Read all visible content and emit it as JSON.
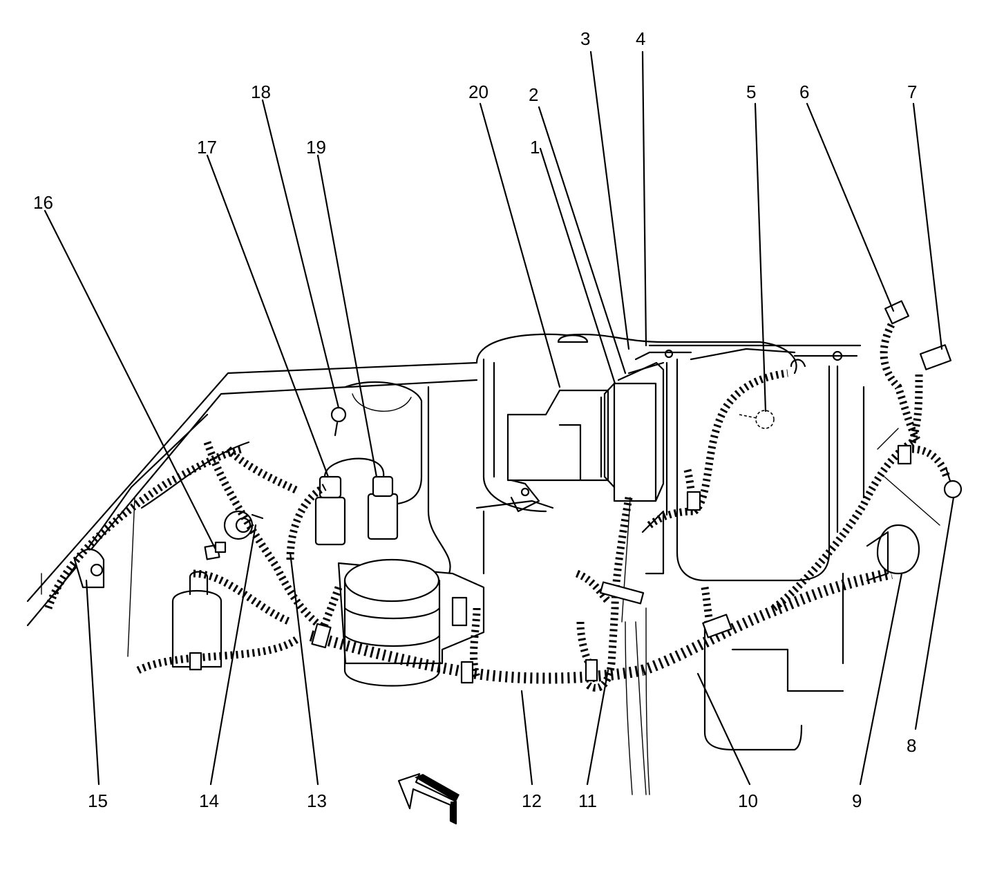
{
  "callouts": [
    {
      "id": "1",
      "label": "1"
    },
    {
      "id": "2",
      "label": "2"
    },
    {
      "id": "3",
      "label": "3"
    },
    {
      "id": "4",
      "label": "4"
    },
    {
      "id": "5",
      "label": "5"
    },
    {
      "id": "6",
      "label": "6"
    },
    {
      "id": "7",
      "label": "7"
    },
    {
      "id": "8",
      "label": "8"
    },
    {
      "id": "9",
      "label": "9"
    },
    {
      "id": "10",
      "label": "10"
    },
    {
      "id": "11",
      "label": "11"
    },
    {
      "id": "12",
      "label": "12"
    },
    {
      "id": "13",
      "label": "13"
    },
    {
      "id": "14",
      "label": "14"
    },
    {
      "id": "15",
      "label": "15"
    },
    {
      "id": "16",
      "label": "16"
    },
    {
      "id": "17",
      "label": "17"
    },
    {
      "id": "18",
      "label": "18"
    },
    {
      "id": "19",
      "label": "19"
    },
    {
      "id": "20",
      "label": "20"
    }
  ],
  "icons": {
    "direction": "forward-arrow-icon"
  }
}
